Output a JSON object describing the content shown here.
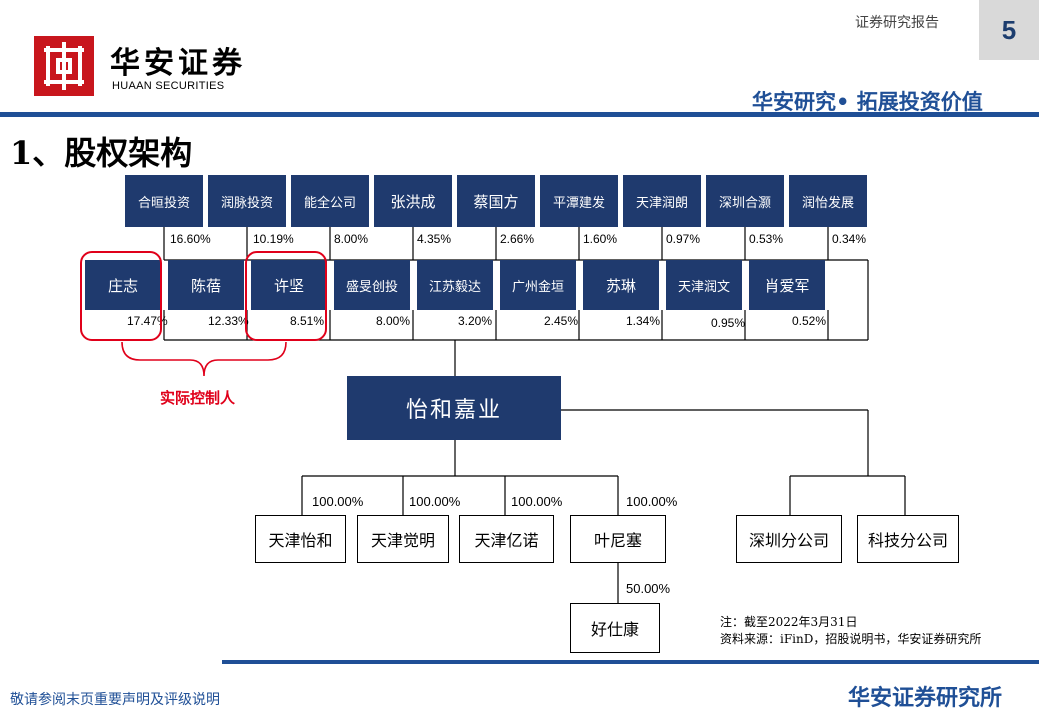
{
  "header": {
    "brand_cn": "华安证券",
    "brand_en": "HUAAN SECURITIES",
    "report_type": "证券研究报告",
    "page_number": "5",
    "slogan": "华安研究• 拓展投资价值"
  },
  "page_title": "1、股权架构",
  "diagram": {
    "row1": [
      {
        "name": "合晅投资",
        "pct": "16.60%"
      },
      {
        "name": "润脉投资",
        "pct": "10.19%"
      },
      {
        "name": "能全公司",
        "pct": "8.00%"
      },
      {
        "name": "张洪成",
        "pct": "4.35%"
      },
      {
        "name": "蔡国方",
        "pct": "2.66%"
      },
      {
        "name": "平潭建发",
        "pct": "1.60%"
      },
      {
        "name": "天津润朗",
        "pct": "0.97%"
      },
      {
        "name": "深圳合灏",
        "pct": "0.53%"
      },
      {
        "name": "润怡发展",
        "pct": "0.34%"
      }
    ],
    "row2": [
      {
        "name": "庄志",
        "pct": "17.47%"
      },
      {
        "name": "陈蓓",
        "pct": "12.33%"
      },
      {
        "name": "许坚",
        "pct": "8.51%"
      },
      {
        "name": "盛旻创投",
        "pct": "8.00%"
      },
      {
        "name": "江苏毅达",
        "pct": "3.20%"
      },
      {
        "name": "广州金垣",
        "pct": "2.45%"
      },
      {
        "name": "苏琳",
        "pct": "1.34%"
      },
      {
        "name": "天津润文",
        "pct": "0.95%"
      },
      {
        "name": "肖爱军",
        "pct": "0.52%"
      }
    ],
    "controller_label": "实际控制人",
    "company": "怡和嘉业",
    "subsidiaries": [
      {
        "name": "天津怡和",
        "pct": "100.00%"
      },
      {
        "name": "天津觉明",
        "pct": "100.00%"
      },
      {
        "name": "天津亿诺",
        "pct": "100.00%"
      },
      {
        "name": "叶尼塞",
        "pct": "100.00%"
      }
    ],
    "branches": [
      {
        "name": "深圳分公司"
      },
      {
        "name": "科技分公司"
      }
    ],
    "sub_sub": {
      "name": "好仕康",
      "pct": "50.00%"
    }
  },
  "notes": {
    "note_line": "注：截至2022年3月31日",
    "source_line": "资料来源：iFinD，招股说明书，华安证券研究所"
  },
  "footer": {
    "disclaimer": "敬请参阅末页重要声明及评级说明",
    "institute": "华安证券研究所"
  },
  "colors": {
    "brand_red": "#c8161d",
    "brand_blue": "#1f4f96",
    "box_navy": "#1f3a6e",
    "highlight_red": "#e0001a"
  }
}
